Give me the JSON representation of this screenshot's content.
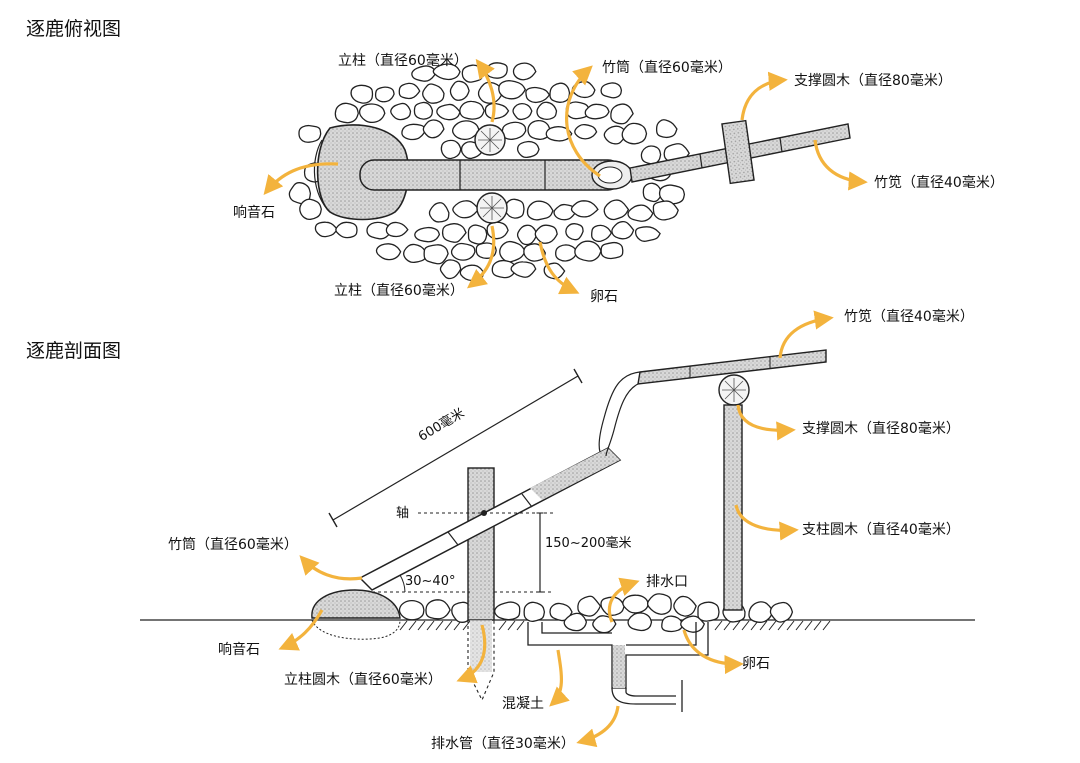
{
  "top_view": {
    "title": "逐鹿俯视图",
    "labels": {
      "post_top": "立柱（直径60毫米）",
      "bamboo_tube": "竹筒（直径60毫米）",
      "support_log": "支撑圆木（直径80毫米）",
      "sound_stone": "响音石",
      "bamboo_pipe": "竹笕（直径40毫米）",
      "post_bottom": "立柱（直径60毫米）",
      "pebbles": "卵石"
    }
  },
  "section_view": {
    "title": "逐鹿剖面图",
    "labels": {
      "bamboo_pipe": "竹笕（直径40毫米）",
      "support_log": "支撑圆木（直径80毫米）",
      "length": "600毫米",
      "axis": "轴",
      "height": "150~200毫米",
      "bamboo_tube": "竹筒（直径60毫米）",
      "support_post": "支柱圆木（直径40毫米）",
      "angle": "30~40°",
      "drain_outlet": "排水口",
      "sound_stone": "响音石",
      "pebbles": "卵石",
      "post_log": "立柱圆木（直径60毫米）",
      "concrete": "混凝土",
      "drain_pipe": "排水管（直径30毫米）"
    }
  },
  "colors": {
    "arrow": "#f3b33d",
    "line": "#222222",
    "stone_fill": "#cfcfcf"
  }
}
